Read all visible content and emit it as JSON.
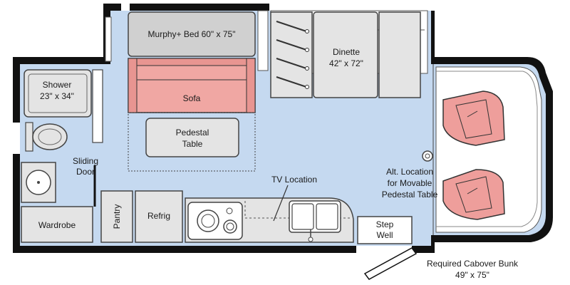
{
  "floorplan": {
    "labels": {
      "murphy_bed": "Murphy+ Bed 60\" x 75\"",
      "dinette_name": "Dinette",
      "dinette_size": "42\" x 72\"",
      "shower_name": "Shower",
      "shower_size": "23\" x 34\"",
      "sofa": "Sofa",
      "pedestal_table_l1": "Pedestal",
      "pedestal_table_l2": "Table",
      "sliding_door_l1": "Sliding",
      "sliding_door_l2": "Door",
      "tv_location": "TV Location",
      "alt_location_l1": "Alt. Location",
      "alt_location_l2": "for Movable",
      "alt_location_l3": "Pedestal Table",
      "wardrobe": "Wardrobe",
      "pantry": "Pantry",
      "refrig": "Refrig",
      "step_well_l1": "Step",
      "step_well_l2": "Well",
      "cabover_l1": "Required Cabover Bunk",
      "cabover_l2": "49\" x 75\""
    },
    "colors": {
      "floor": "#c5d9f0",
      "wall": "#111111",
      "fixture": "#e4e4e4",
      "fixture_stroke": "#555555",
      "sofa": "#f0a7a3",
      "seat": "#ee9e9b",
      "bed": "#d0d0d0"
    }
  }
}
